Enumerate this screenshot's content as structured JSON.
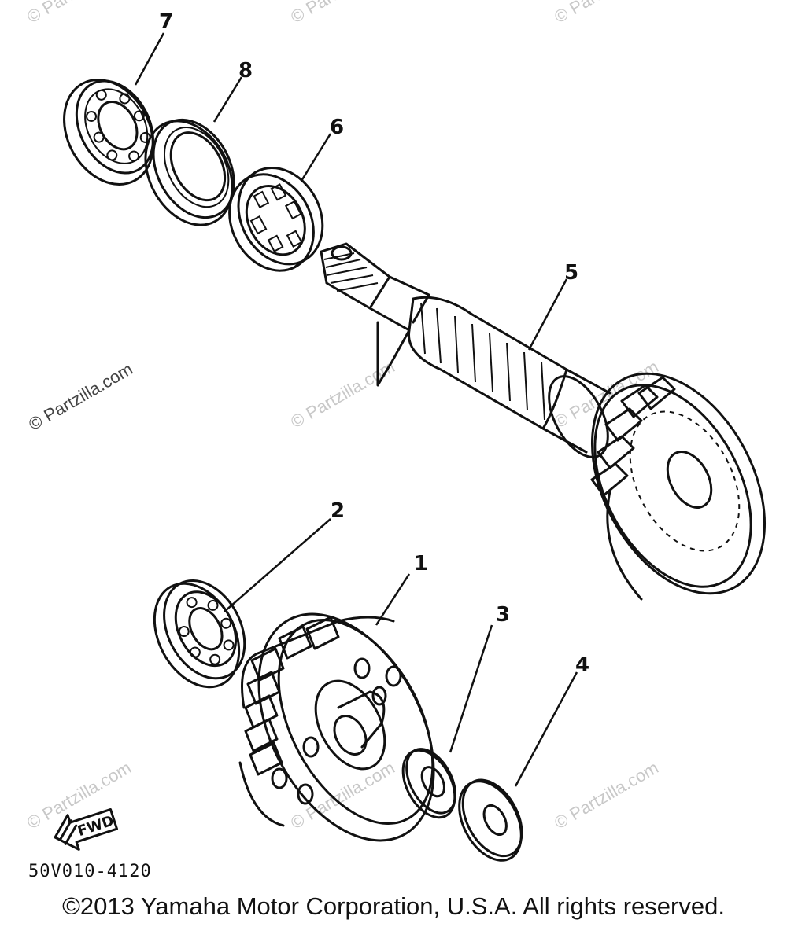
{
  "callouts": {
    "part1": "1",
    "part2": "2",
    "part3": "3",
    "part4": "4",
    "part5": "5",
    "part6": "6",
    "part7": "7",
    "part8": "8"
  },
  "fwd_label": "FWD",
  "watermark": "© Partzilla.com",
  "drawing_code": "50V010-4120",
  "copyright": "©2013 Yamaha Motor Corporation, U.S.A. All rights reserved."
}
